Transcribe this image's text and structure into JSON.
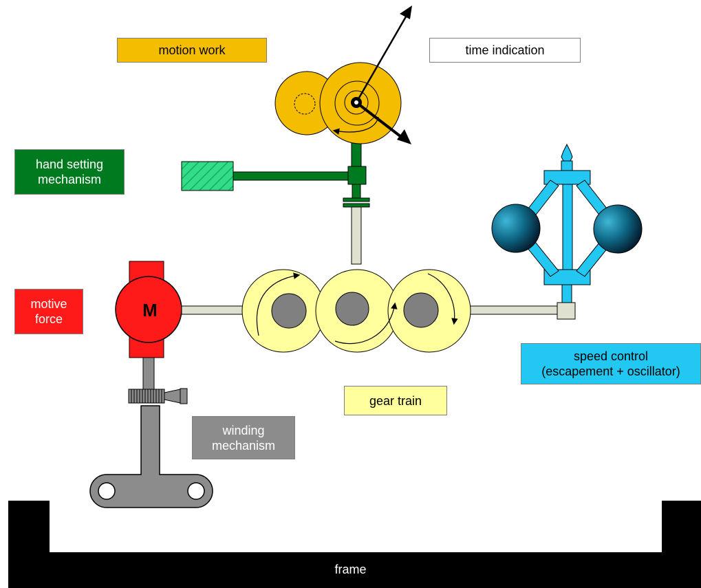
{
  "labels": {
    "motion_work": "motion work",
    "time_indication": "time indication",
    "hand_setting": "hand setting\nmechanism",
    "motive_force": "motive\nforce",
    "speed_control": "speed control\n(escapement + oscillator)",
    "gear_train": "gear train",
    "winding": "winding\nmechanism",
    "frame": "frame",
    "motor": "M"
  },
  "colors": {
    "motion_work": "#f5bd00",
    "time_indication": "#ffffff",
    "hand_setting": "#007a1f",
    "motive_force": "#ff1a1a",
    "speed_control": "#22c8f2",
    "gear_train": "#ffff9e",
    "winding": "#8c8c8c",
    "frame": "#000000"
  }
}
